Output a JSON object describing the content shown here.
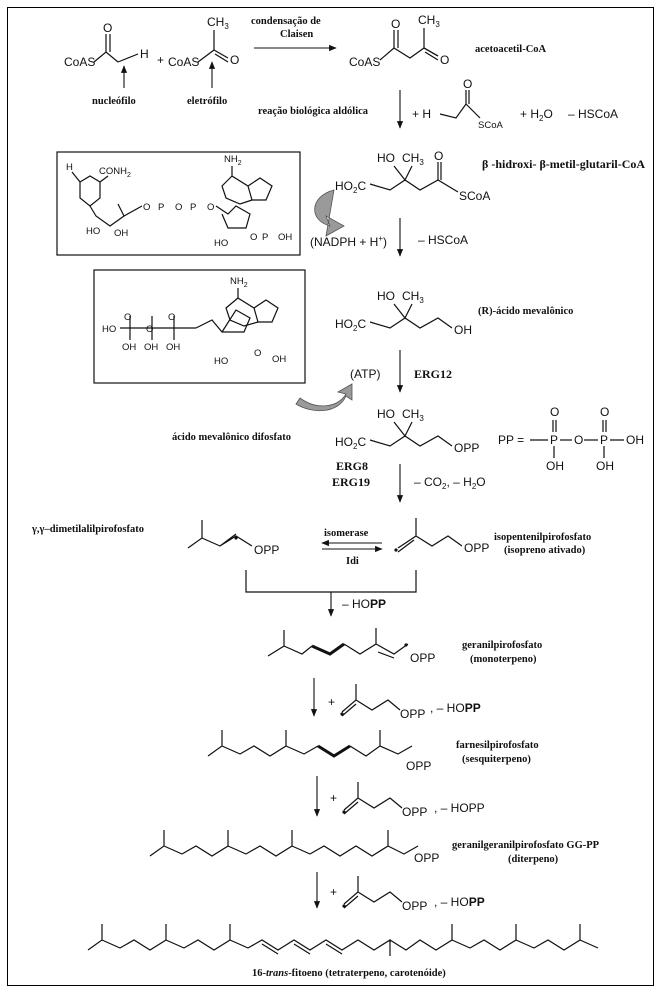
{
  "step1": {
    "coas_left": "CoAS",
    "plus_a": "+",
    "coas_mid": "CoAS",
    "o_left": "O",
    "h_left": "H",
    "ch3_top": "CH",
    "ch3_sub": "3",
    "o_mid": "O",
    "nucleophile": "nucleófilo",
    "electrophile": "eletrófilo",
    "claisen_1": "condensação de",
    "claisen_2": "Claisen",
    "coas_product": "CoAS",
    "o_p1": "O",
    "ch3_p": "CH",
    "ch3_p_sub": "3",
    "o_p2": "O",
    "acetoacetyl": "acetoacetil-CoA"
  },
  "step2": {
    "aldol": "reação biológica aldólica",
    "plus_h": "+ H",
    "o_sc": "O",
    "scoa": "SCoA",
    "plus_h2o": "+ H",
    "h2o_sub": "2",
    "h2o_o": "O",
    "minus_hscoa": "– HSCoA"
  },
  "hmg": {
    "ho": "HO",
    "ch3": "CH",
    "ch3_sub": "3",
    "ho2c": "HO",
    "ho2c_sub": "2",
    "ho2c_c": "C",
    "o": "O",
    "scoa": "SCoA",
    "name": "β -hidroxi- β-metil-glutaril-CoA"
  },
  "nadph_box": {
    "conh2": "CONH",
    "conh2_sub": "2",
    "nh2": "NH",
    "nh2_sub": "2",
    "h": "H",
    "o_labels": [
      "O",
      "O",
      "O",
      "O"
    ],
    "p_labels": [
      "P",
      "P",
      "P"
    ],
    "oh_labels": [
      "HO",
      "OH",
      "HO",
      "O",
      "OH"
    ]
  },
  "step3": {
    "nadph": "(NADPH + H",
    "nadph_sup": "+",
    "nadph_close": ")",
    "minus_hscoa": "– HSCoA"
  },
  "mevalonic": {
    "ho": "HO",
    "ch3": "CH",
    "ch3_sub": "3",
    "ho2c": "HO",
    "ho2c_sub": "2",
    "ho2c_c": "C",
    "oh": "OH",
    "name": "(R)-ácido mevalônico"
  },
  "atp_box": {
    "nh2": "NH",
    "nh2_sub": "2",
    "labels": [
      "HO",
      "O",
      "O",
      "O",
      "OH",
      "OH",
      "OH",
      "HO",
      "O",
      "OH"
    ]
  },
  "step4": {
    "atp": "(ATP)",
    "erg12": "ERG12"
  },
  "mevdp": {
    "name": "ácido mevalônico difosfato",
    "ho": "HO",
    "ch3": "CH",
    "ch3_sub": "3",
    "ho2c": "HO",
    "ho2c_sub": "2",
    "ho2c_c": "C",
    "opp": "OPP",
    "pp_def": "PP =",
    "pp_o1": "O",
    "pp_o2": "O",
    "pp_p1": "P",
    "pp_p2": "P",
    "pp_o_mid": "O",
    "pp_oh1": "OH",
    "pp_oh2": "OH",
    "pp_oh3": "OH"
  },
  "step5": {
    "erg8": "ERG8",
    "erg19": "ERG19",
    "minus_co2": "– CO",
    "co2_sub": "2",
    "minus_h2o": ", – H",
    "h2o_sub": "2",
    "h2o_o": "O"
  },
  "isomerase": {
    "dmapp_name": "γ,γ–dimetilalilpirofosfato",
    "dmapp_opp": "OPP",
    "isomerase": "isomerase",
    "idi": "Idi",
    "ipp_opp": "OPP",
    "ipp_name_1": "isopentenilpirofosfato",
    "ipp_name_2": "(isopreno ativado)",
    "minus_hopp": "– HO",
    "minus_hopp_b": "PP"
  },
  "gpp": {
    "opp": "OPP",
    "name_1": "geranilpirofosfato",
    "name_2": "(monoterpeno)"
  },
  "step_fpp": {
    "plus": "+",
    "opp": "OPP",
    "minus": ", – HO",
    "minus_b": "PP"
  },
  "fpp": {
    "opp": "OPP",
    "name_1": "farnesilpirofosfato",
    "name_2": "(sesquiterpeno)"
  },
  "step_ggpp": {
    "plus": "+",
    "opp": "OPP",
    "minus": ", – HOPP"
  },
  "ggpp": {
    "opp": "OPP",
    "name_1": "geranilgeranilpirofosfato GG-PP",
    "name_2": "(diterpeno)"
  },
  "step_phyt": {
    "plus": "+",
    "opp": "OPP",
    "minus": ", – HO",
    "minus_b": "PP"
  },
  "phytoene": {
    "name_a": "16-",
    "name_italic": "trans",
    "name_b": "-fitoeno (tetraterpeno, carotenóide)"
  }
}
